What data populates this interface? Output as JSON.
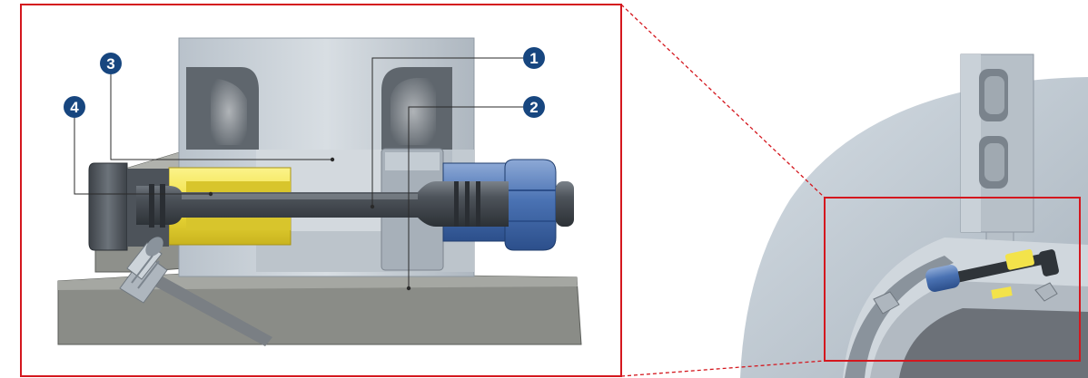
{
  "callouts": [
    {
      "label": "1"
    },
    {
      "label": "2"
    },
    {
      "label": "3"
    },
    {
      "label": "4"
    }
  ],
  "colors": {
    "frame_red": "#d4171e",
    "badge_navy": "#17467f",
    "steel_light": "#c9d0d7",
    "steel_mid": "#8f99a3",
    "steel_dark": "#5c636b",
    "sleeve_yellow": "#f3e34a",
    "nut_blue": "#4a72b3",
    "base_gray": "#8b8d88",
    "bolt_dark": "#3d4248"
  },
  "icons": [
    "number-1-badge-icon",
    "number-2-badge-icon",
    "number-3-badge-icon",
    "number-4-badge-icon"
  ]
}
